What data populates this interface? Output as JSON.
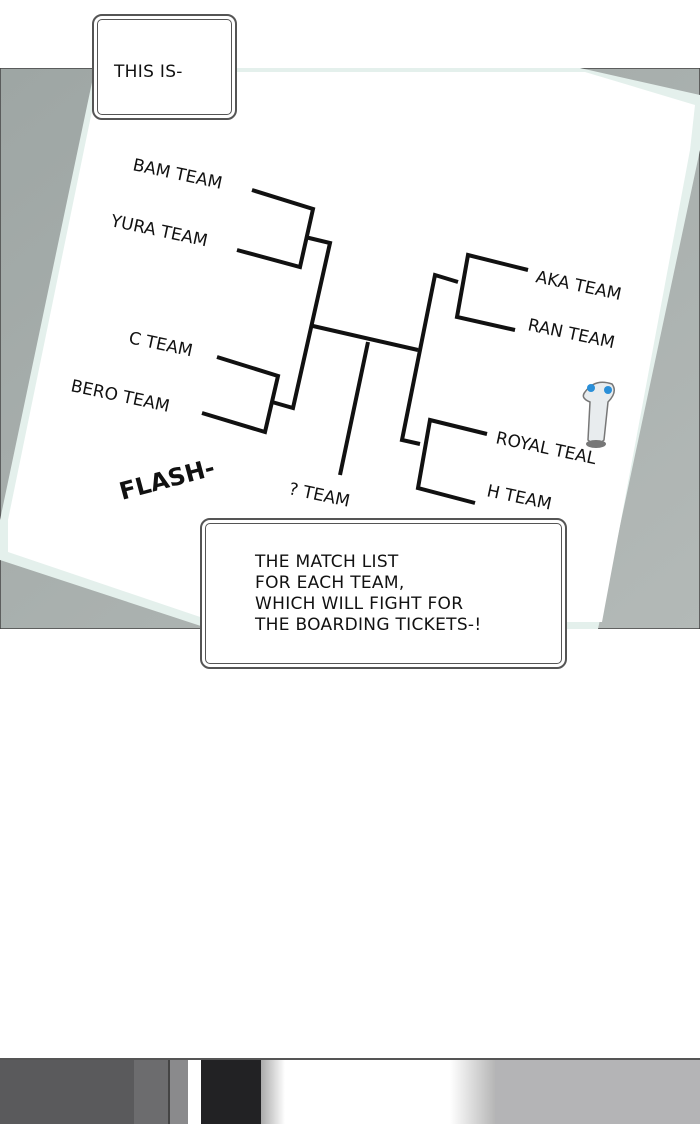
{
  "caption_top": "THIS IS-",
  "bracket": {
    "left_teams": [
      "BAM TEAM",
      "YURA TEAM",
      "C TEAM",
      "BERO TEAM"
    ],
    "right_teams": [
      "AKA TEAM",
      "RAN TEAM",
      "ROYAL TEAL",
      "H TEAM"
    ],
    "bottom_team": "? TEAM"
  },
  "sfx": "FLASH-",
  "caption_bottom": "THE MATCH LIST\nFOR EACH TEAM,\nWHICH WILL FIGHT FOR\nTHE BOARDING TICKETS-!",
  "colors": {
    "panel_background": "#a7aeac",
    "paper": "#ffffff",
    "ink": "#111111",
    "glow": "#dfeeea"
  }
}
